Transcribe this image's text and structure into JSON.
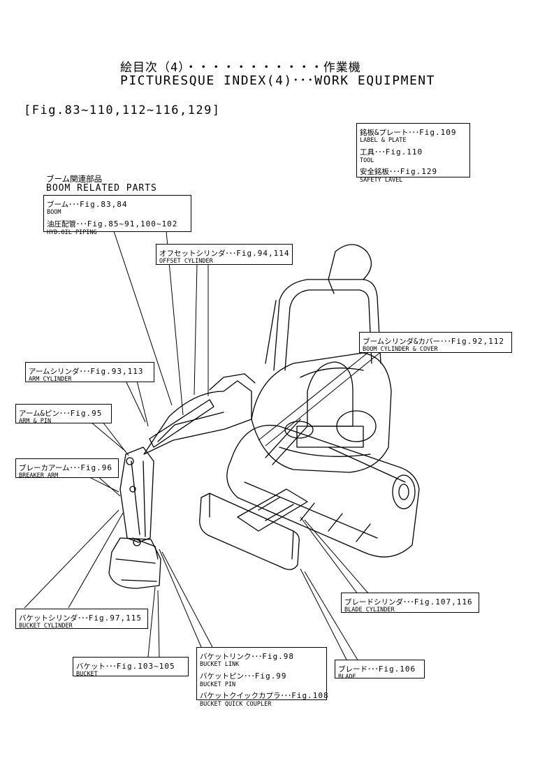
{
  "title": {
    "jp": "絵目次（4）・・・・・・・・・・・作業機",
    "en": "PICTURESQUE INDEX(4)･･･WORK EQUIPMENT"
  },
  "fig_range": "[Fig.83~110,112~116,129]",
  "boom_group": {
    "heading_jp": "ブーム関連部品",
    "heading_en": "BOOM RELATED PARTS",
    "lines": [
      {
        "jp": "ブーム･･･",
        "ref": "Fig.83,84"
      },
      {
        "en": "BOOM"
      },
      {
        "jp": "油圧配管･･･",
        "ref": "Fig.85~91,100~102"
      },
      {
        "en": "HYD.OIL PIPING"
      }
    ]
  },
  "label_plate": {
    "lines": [
      {
        "jp": "銘板&プレート･･･",
        "ref": "Fig.109"
      },
      {
        "en": "LABEL & PLATE"
      },
      {
        "jp": "工具･･･",
        "ref": "Fig.110"
      },
      {
        "en": "TOOL"
      },
      {
        "jp": "安全銘板･･･",
        "ref": "Fig.129"
      },
      {
        "en": "SAFETY LAVEL"
      }
    ]
  },
  "callouts": {
    "offset_cyl": {
      "jp": "オフセットシリンダ･･･",
      "ref": "Fig.94,114",
      "en": "OFFSET CYLINDER"
    },
    "boom_cyl": {
      "jp": "ブームシリンダ&カバー･･･",
      "ref": "Fig.92,112",
      "en": "BOOM CYLINDER & COVER"
    },
    "arm_cyl": {
      "jp": "アームシリンダ･･･",
      "ref": "Fig.93,113",
      "en": "ARM CYLINDER"
    },
    "arm_pin": {
      "jp": "アーム&ピン･･･",
      "ref": "Fig.95",
      "en": "ARM & PIN"
    },
    "breaker_arm": {
      "jp": "ブレーカアーム･･･",
      "ref": "Fig.96",
      "en": "BREAKER ARM"
    },
    "bucket_cyl": {
      "jp": "バケットシリンダ･･･",
      "ref": "Fig.97,115",
      "en": "BUCKET CYLINDER"
    },
    "bucket": {
      "jp": "バケット･･･",
      "ref": "Fig.103~105",
      "en": "BUCKET"
    },
    "blade_cyl": {
      "jp": "ブレードシリンダ･･･",
      "ref": "Fig.107,116",
      "en": "BLADE CYLINDER"
    },
    "blade": {
      "jp": "ブレード･･･",
      "ref": "Fig.106",
      "en": "BLADE"
    },
    "bucket_link": {
      "lines": [
        {
          "jp": "バケットリンク･･･",
          "ref": "Fig.98"
        },
        {
          "en": "BUCKET LINK"
        },
        {
          "jp": "バケットピン･･･",
          "ref": "Fig.99"
        },
        {
          "en": "BUCKET PIN"
        },
        {
          "jp": "バケットクイックカプラ･･･",
          "ref": "Fig.108"
        },
        {
          "en": "BUCKET QUICK COUPLER"
        }
      ]
    }
  }
}
